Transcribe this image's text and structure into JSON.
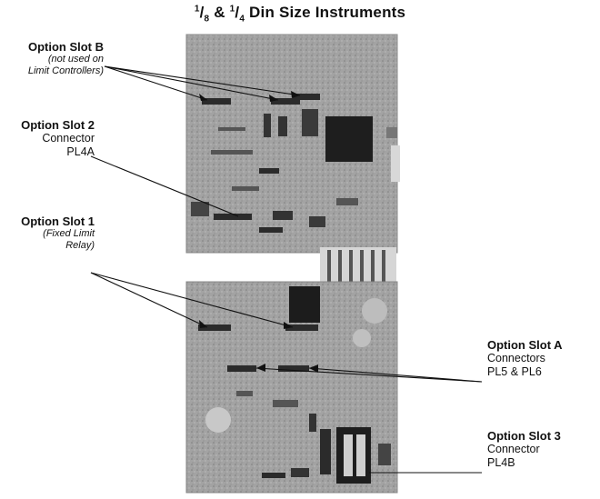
{
  "title": {
    "frac1_num": "1",
    "frac1_den": "8",
    "amp": "&",
    "frac2_num": "1",
    "frac2_den": "4",
    "rest": "Din Size Instruments"
  },
  "callouts": {
    "slot_b": {
      "name": "Option Slot B",
      "note1": "(not used on",
      "note2": "Limit Controllers)"
    },
    "slot_2": {
      "name": "Option Slot 2",
      "line1": "Connector",
      "line2": "PL4A"
    },
    "slot_1": {
      "name": "Option Slot 1",
      "note1": "(Fixed Limit",
      "note2": "Relay)"
    },
    "slot_a": {
      "name": "Option Slot A",
      "line1": "Connectors",
      "line2": "PL5 & PL6"
    },
    "slot_3": {
      "name": "Option Slot 3",
      "line1": "Connector",
      "line2": "PL4B"
    }
  },
  "colors": {
    "board": "#9a9a9a",
    "board_dark": "#6e6e6e",
    "component": "#2b2b2b",
    "line": "#111111"
  }
}
